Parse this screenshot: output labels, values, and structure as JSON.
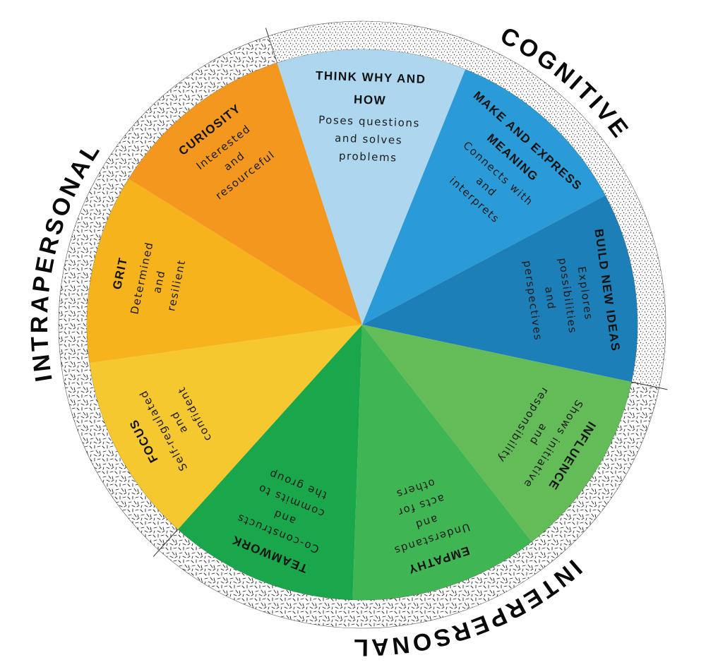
{
  "groups": [
    {
      "label": "COGNITIVE",
      "texture": "dots"
    },
    {
      "label": "INTERPERSONAL",
      "texture": "dashes"
    },
    {
      "label": "INTRAPERSONAL",
      "texture": "dashes"
    }
  ],
  "wedges": [
    {
      "id": "think-why-and-how",
      "title": [
        "THINK WHY AND",
        "HOW"
      ],
      "body": [
        "Poses questions",
        "and solves",
        "problems"
      ],
      "color": "#acd7ef"
    },
    {
      "id": "make-and-express-meaning",
      "title": [
        "MAKE AND EXPRESS",
        "MEANING"
      ],
      "body": [
        "Connects with",
        "and",
        "interprets"
      ],
      "color": "#2a9bd7"
    },
    {
      "id": "build-new-ideas",
      "title": [
        "BUILD NEW IDEAS"
      ],
      "body": [
        "Explores",
        "possibilities",
        "and",
        "perspectives"
      ],
      "color": "#1d7fb8"
    },
    {
      "id": "influence",
      "title": [
        "INFLUENCE"
      ],
      "body": [
        "Shows initiative",
        "and",
        "responsibility"
      ],
      "color": "#63bc58"
    },
    {
      "id": "empathy",
      "title": [
        "EMPATHY"
      ],
      "body": [
        "Understands",
        "and",
        "acts for",
        "others"
      ],
      "color": "#40b553"
    },
    {
      "id": "teamwork",
      "title": [
        "TEAMWORK"
      ],
      "body": [
        "Co-constructs",
        "and",
        "commits to",
        "the group"
      ],
      "color": "#1aa64a"
    },
    {
      "id": "focus",
      "title": [
        "FOCUS"
      ],
      "body": [
        "Self-regulated",
        "and",
        "confident"
      ],
      "color": "#f6c830"
    },
    {
      "id": "grit",
      "title": [
        "GRIT"
      ],
      "body": [
        "Determined",
        "and",
        "resilient"
      ],
      "color": "#f7b31b"
    },
    {
      "id": "curiosity",
      "title": [
        "CURIOSITY"
      ],
      "body": [
        "Interested",
        "and",
        "resourceful"
      ],
      "color": "#f3971f"
    }
  ]
}
